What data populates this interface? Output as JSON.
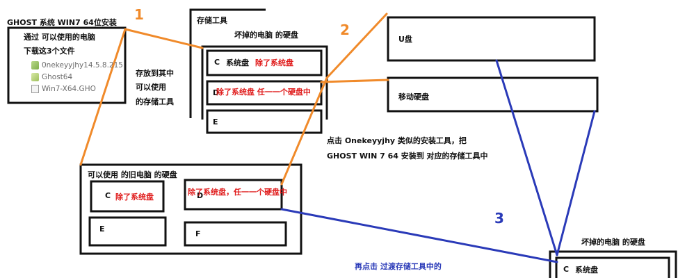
{
  "diagram": {
    "colors": {
      "orange": "#f08a2a",
      "blue": "#2a3ab8",
      "red": "#e01c1c",
      "black": "#111111"
    },
    "steps": {
      "one": "1",
      "two": "2",
      "three": "3"
    },
    "ghost": {
      "title": "GHOST 系统 WIN7 64位安装",
      "via": "通过 可以使用的电脑",
      "download": "下载这3个文件",
      "files": [
        "0nekeyyjhy14.5.8.215",
        "Ghost64",
        "Win7-X64.GHO"
      ]
    },
    "store_note": {
      "line1": "存放到其中",
      "line2": "可以使用",
      "line3": "的存储工具"
    },
    "storage": {
      "title": "存储工具",
      "subtitle": "坏掉的电脑 的硬盘",
      "c_letter": "C",
      "c_label": "系统盘",
      "c_note": "除了系统盘",
      "d_letter": "D",
      "d_note": "除了系统盘 任一一个硬盘中",
      "e_letter": "E"
    },
    "usb": {
      "label": "U盘"
    },
    "mobile": {
      "label": "移动硬盘"
    },
    "click_note": {
      "line1": "点击 Onekeyyjhy 类似的安装工具，把",
      "line2": "GHOST WIN 7 64 安装到 对应的存储工具中"
    },
    "old_pc": {
      "title": "可以使用 的旧电脑 的硬盘",
      "c_letter": "C",
      "c_note": "除了系统盘",
      "d_letter": "D",
      "d_note": "除了系统盘，任一一个硬盘中",
      "e_letter": "E",
      "f_letter": "F"
    },
    "broken": {
      "title": "坏掉的电脑 的硬盘",
      "c_letter": "C",
      "c_label": "系统盘"
    },
    "final_note": {
      "line1": "再点击 过渡存储工具中的"
    }
  }
}
